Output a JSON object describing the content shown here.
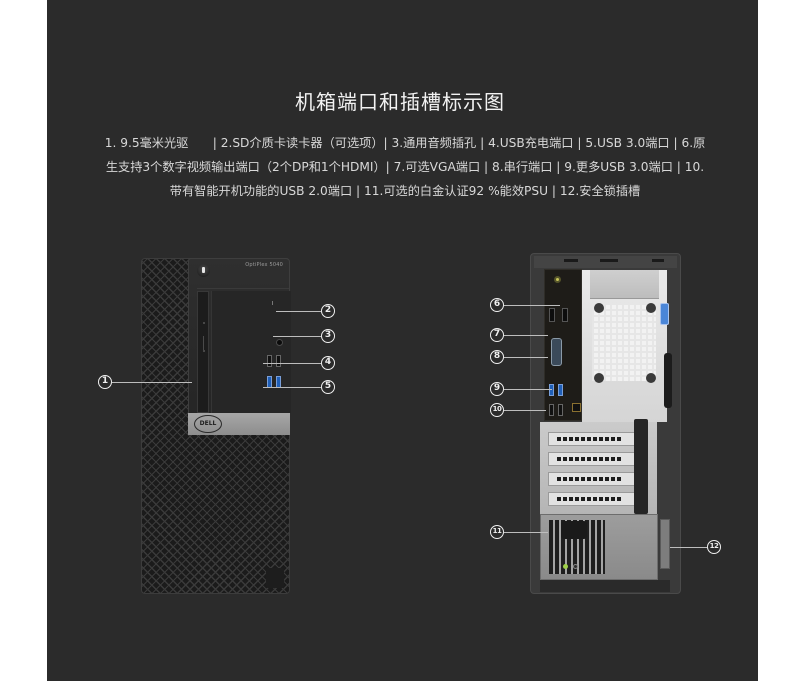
{
  "page": {
    "title": "机箱端口和插槽标示图",
    "background_color": "#2b2b2b",
    "text_color": "#d8d8d8"
  },
  "description": {
    "lines": [
      "1. 9.5毫米光驱　　| 2.SD介质卡读卡器（可选项）| 3.通用音频插孔 | 4.USB充电端口 | 5.USB 3.0端口 | 6.原",
      "生支持3个数字视频输出端口（2个DP和1个HDMI）| 7.可选VGA端口 | 8.串行端口 | 9.更多USB 3.0端口 | 10.",
      "带有智能开机功能的USB 2.0端口 | 11.可选的白金认证92 %能效PSU | 12.安全锁插槽"
    ]
  },
  "ports": [
    {
      "num": "1",
      "label": "9.5毫米光驱"
    },
    {
      "num": "2",
      "label": "SD介质卡读卡器（可选项）"
    },
    {
      "num": "3",
      "label": "通用音频插孔"
    },
    {
      "num": "4",
      "label": "USB充电端口"
    },
    {
      "num": "5",
      "label": "USB 3.0端口"
    },
    {
      "num": "6",
      "label": "原生支持3个数字视频输出端口（2个DP和1个HDMI）"
    },
    {
      "num": "7",
      "label": "可选VGA端口"
    },
    {
      "num": "8",
      "label": "串行端口"
    },
    {
      "num": "9",
      "label": "更多USB 3.0端口"
    },
    {
      "num": "10",
      "label": "带有智能开机功能的USB 2.0端口"
    },
    {
      "num": "11",
      "label": "可选的白金认证92 %能效PSU"
    },
    {
      "num": "12",
      "label": "安全锁插槽"
    }
  ],
  "front_view": {
    "model_label": "OptiPlex 5040",
    "brand_logo": "DELL",
    "callouts": [
      "1",
      "2",
      "3",
      "4",
      "5"
    ]
  },
  "rear_view": {
    "callouts": [
      "6",
      "7",
      "8",
      "9",
      "10",
      "11",
      "12"
    ]
  },
  "callout_glyphs": {
    "1": "1",
    "2": "2",
    "3": "3",
    "4": "4",
    "5": "5",
    "6": "6",
    "7": "7",
    "8": "8",
    "9": "9",
    "10": "10",
    "11": "11",
    "12": "12"
  }
}
